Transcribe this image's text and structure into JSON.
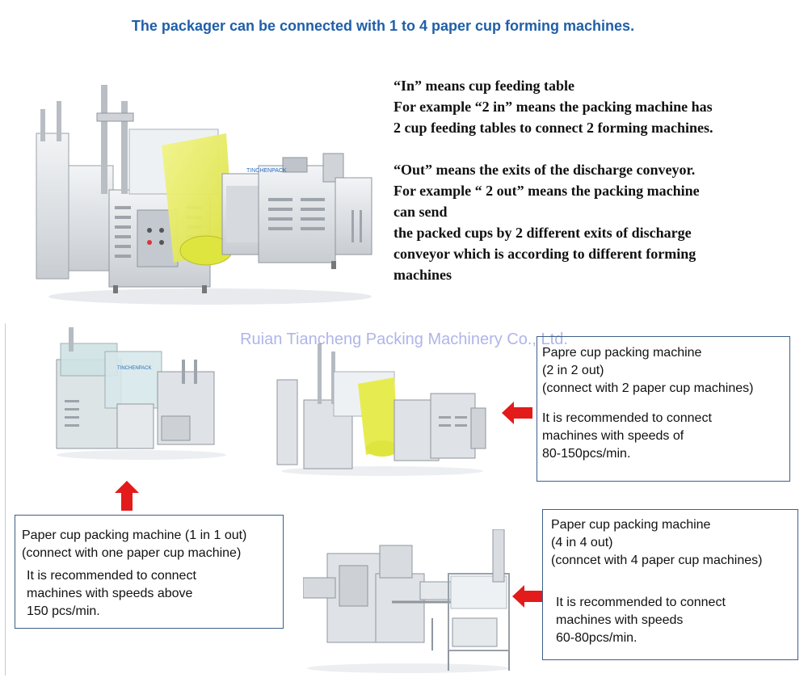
{
  "headline": "The packager can be connected with 1 to 4 paper cup forming machines.",
  "definitions": {
    "in_lines": [
      "“In” means cup feeding table",
      "For example “2 in” means the packing machine has",
      "2 cup feeding tables to connect 2 forming machines."
    ],
    "out_lines": [
      "“Out” means the exits of the discharge conveyor.",
      "For example “ 2 out” means the packing machine",
      "can send",
      " the packed cups by 2 different exits of discharge",
      "conveyor which is according to different forming",
      "machines"
    ]
  },
  "watermark": "Ruian Tiancheng Packing Machinery Co., Ltd.",
  "machine_brand": "TINCHENPACK",
  "boxes": {
    "two_in": {
      "title_lines": [
        "Papre cup packing machine",
        "(2 in 2 out)",
        "(connect with 2 paper cup machines)"
      ],
      "note_lines": [
        "It is recommended to connect",
        "machines with speeds of",
        "80-150pcs/min."
      ]
    },
    "one_in": {
      "title_lines": [
        "Paper cup packing machine (1 in 1 out)",
        "(connect with one paper cup machine)"
      ],
      "note_lines": [
        "It is recommended to connect",
        "machines with speeds above",
        "150 pcs/min."
      ]
    },
    "four_in": {
      "title_lines": [
        "Paper cup packing machine",
        "(4 in 4 out)",
        "(conncet with 4 paper cup machines)"
      ],
      "note_lines": [
        "It is recommended to connect",
        "machines with speeds",
        "60-80pcs/min."
      ]
    }
  },
  "colors": {
    "headline": "#1f5fa8",
    "arrow": "#e31b1b",
    "box_border": "#3d6088",
    "film_yellow": "#e9ee5a",
    "machine_steel": "#dcdfe3"
  }
}
